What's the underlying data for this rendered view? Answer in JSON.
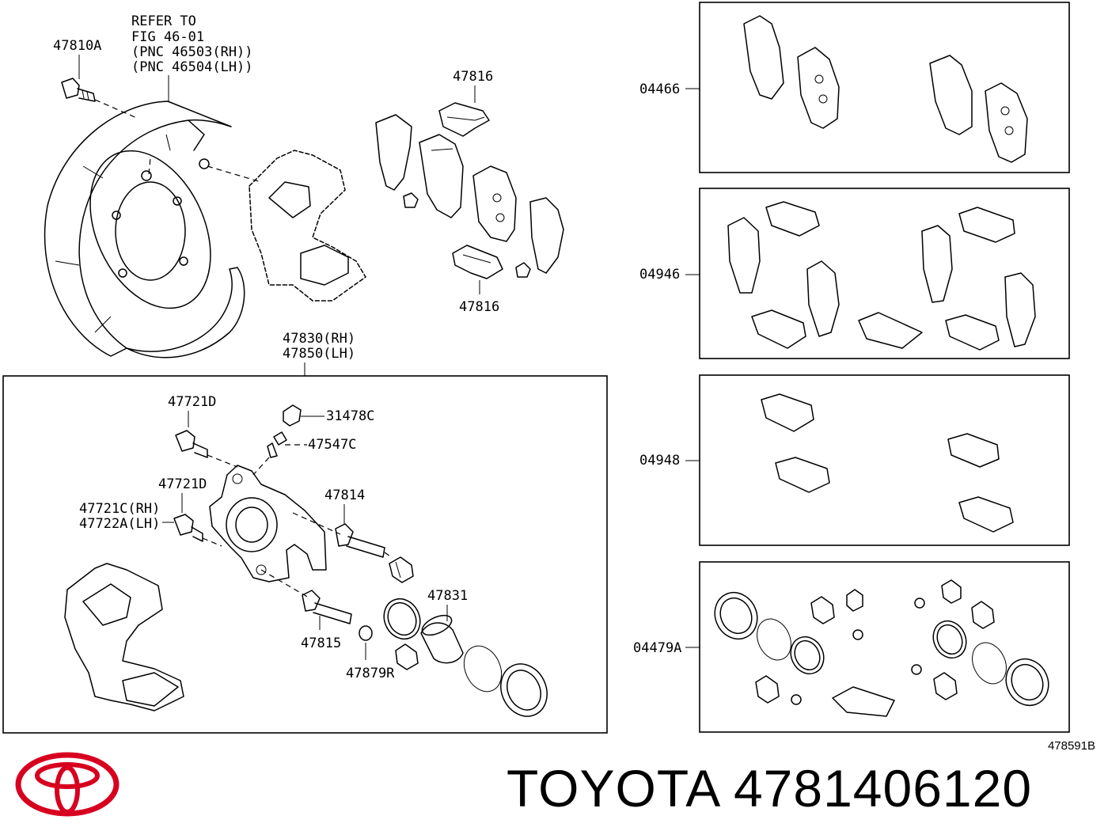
{
  "refer": {
    "line1": "REFER TO",
    "line2": "FIG 46-01",
    "line3": "(PNC 46503(RH))",
    "line4": "(PNC 46504(LH))"
  },
  "parts": {
    "p47810A": "47810A",
    "p47816_top": "47816",
    "p47816_bottom": "47816",
    "p47830": "47830(RH)",
    "p47850": "47850(LH)",
    "p47721D_a": "47721D",
    "p31478C": "31478C",
    "p47547C": "47547C",
    "p47721D_b": "47721D",
    "p47814": "47814",
    "p47721C": "47721C(RH)",
    "p47722A": "47722A(LH)",
    "p47831": "47831",
    "p47815": "47815",
    "p47879R": "47879R",
    "k04466": "04466",
    "k04946": "04946",
    "k04948": "04948",
    "k04479A": "04479A"
  },
  "drawing_number": "478591B",
  "footer": {
    "brand": "TOYOTA",
    "part_number": "4781406120"
  },
  "colors": {
    "logo": "#d7001f",
    "line": "#000000",
    "background": "#ffffff"
  }
}
